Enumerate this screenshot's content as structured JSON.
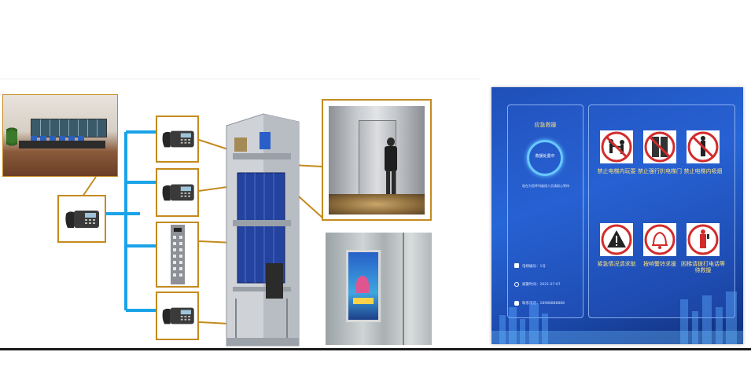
{
  "colors": {
    "connector_gold": "#c48a1e",
    "network_blue": "#1aa3e8",
    "screen_blue": "#2766d8",
    "sign_red": "#d22b2b",
    "label_yellow": "#ffe27a"
  },
  "icons": [
    "desk-phone-icon",
    "call-panel-icon",
    "no-fighting-icon",
    "no-door-prying-icon",
    "no-smoking-icon",
    "warning-triangle-icon",
    "alarm-bell-icon",
    "emergency-call-icon",
    "info-icon",
    "clock-icon",
    "phone-icon"
  ],
  "screen": {
    "title": "应急救援",
    "status": "救援处置中",
    "note": "现在为您呼叫维保人员请耐心等待",
    "info_rows": [
      {
        "label": "电梯编号：1号"
      },
      {
        "label": "报警时间：2021-07-07"
      },
      {
        "label": "联系电话：18988888888"
      }
    ],
    "signs": [
      {
        "label": "禁止电梯内玩耍"
      },
      {
        "label": "禁止强行扒电梯门"
      },
      {
        "label": "禁止电梯内吸烟"
      },
      {
        "label": "紧急情况请求助"
      },
      {
        "label": "按响警铃求援"
      },
      {
        "label": "困梯请拨打电话等待救援"
      }
    ]
  }
}
